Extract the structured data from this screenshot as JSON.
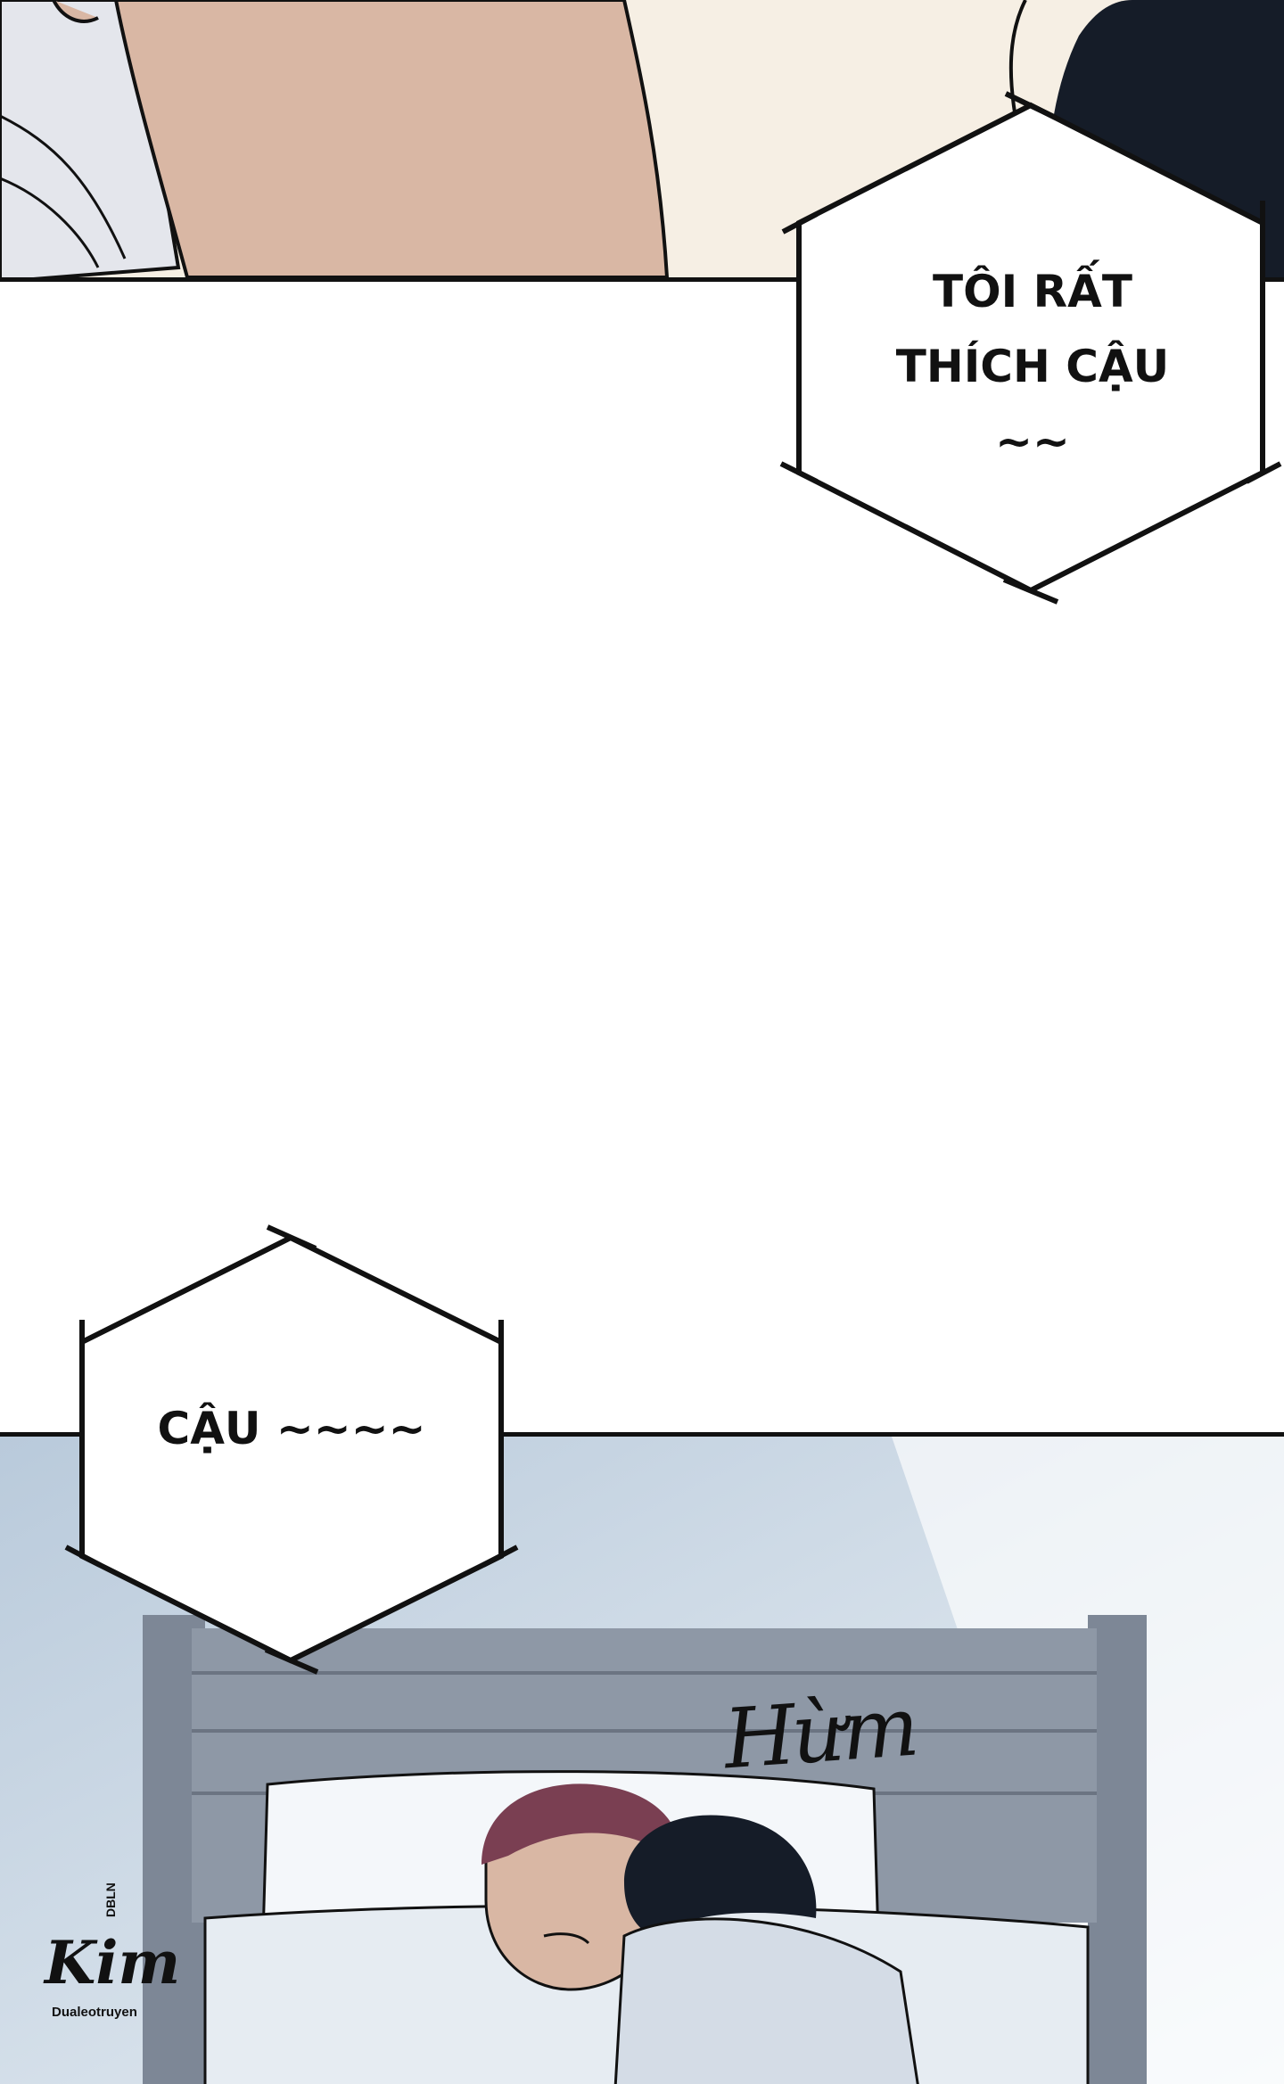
{
  "bubbles": {
    "top": {
      "line1": "TÔI RẤT",
      "line2": "THÍCH CẬU",
      "line3": "~~"
    },
    "bottom": {
      "text": "CẬU ~~~~"
    }
  },
  "sfx": {
    "text": "Hừm"
  },
  "watermark": {
    "main": "Kim",
    "small": "DBLN",
    "sub": "Dualeotruyen"
  },
  "colors": {
    "ink": "#111111",
    "skin": "#d9b7a4",
    "hair_dark": "#151c28",
    "hair_red": "#7a3f52",
    "sky": "#d8e3ec",
    "bed_frame": "#7d8796"
  }
}
